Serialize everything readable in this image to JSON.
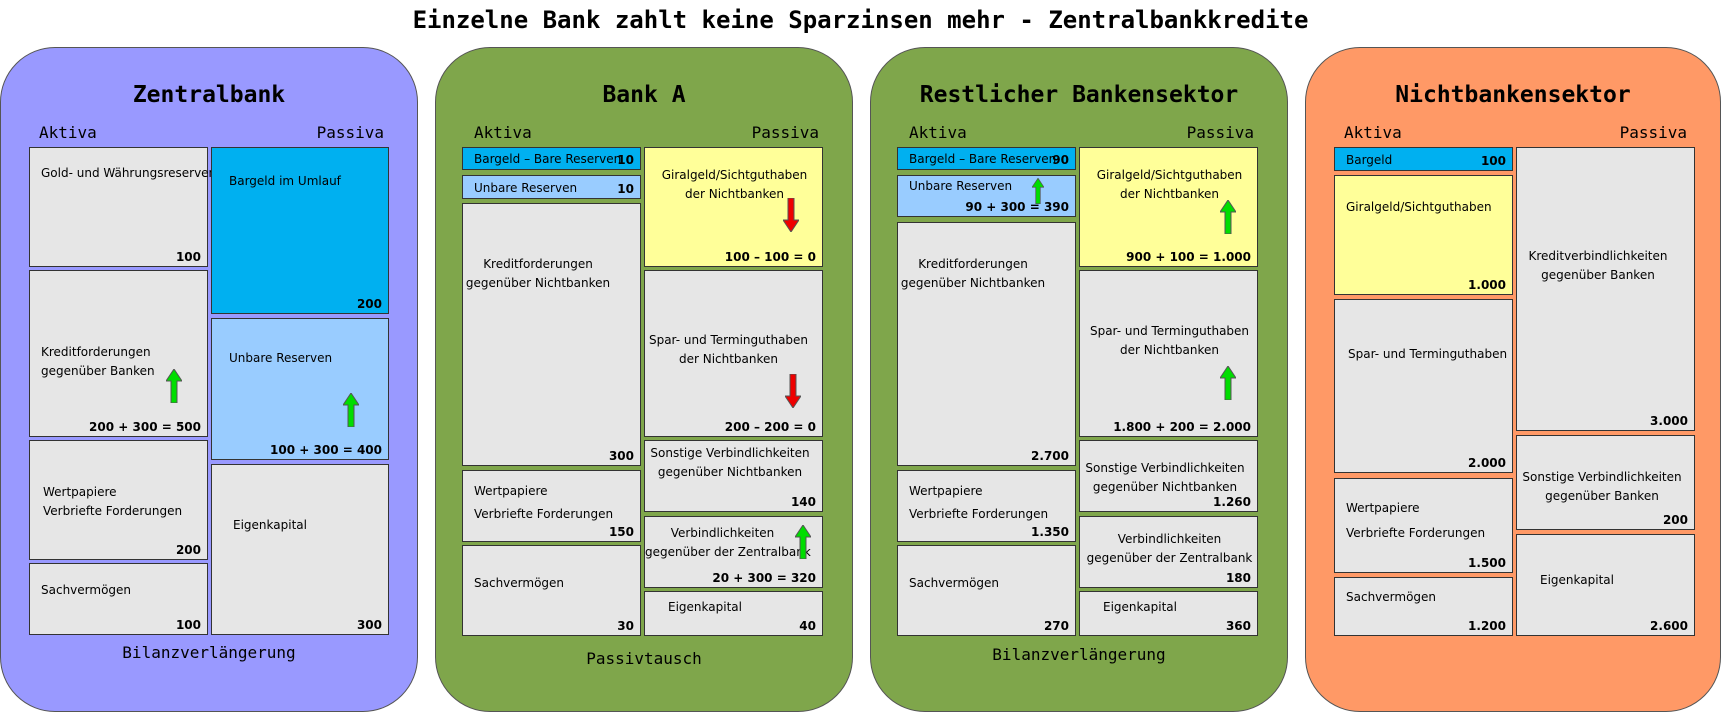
{
  "title": "Einzelne Bank zahlt keine Sparzinsen mehr - Zentralbankkredite",
  "labels": {
    "aktiva": "Aktiva",
    "passiva": "Passiva"
  },
  "colors": {
    "zentralbank": "#9999ff",
    "bank_a": "#7fa64b",
    "rest": "#7fa64b",
    "nichtbank": "#ff9966",
    "box_grey": "#e6e6e6",
    "bargeld_blue": "#00b0f0",
    "reserve_lightblue": "#99ccff",
    "giral_yellow": "#ffff99",
    "arrow_up": "#00cc00",
    "arrow_down": "#ee0000"
  },
  "zentralbank": {
    "name": "Zentralbank",
    "footer": "Bilanzverlängerung",
    "gold": {
      "label": "Gold- und Währungsreserven",
      "value": "100"
    },
    "kredit": {
      "label": "Kreditforderungen\ngegenüber Banken",
      "value": "200 + 300 = 500",
      "arrow": "up"
    },
    "wertpapiere": {
      "label": "Wertpapiere\nVerbriefte Forderungen",
      "value": "200"
    },
    "sach": {
      "label": "Sachvermögen",
      "value": "100"
    },
    "bargeld": {
      "label": "Bargeld im Umlauf",
      "value": "200"
    },
    "unbare": {
      "label": "Unbare Reserven",
      "value": "100 + 300 = 400",
      "arrow": "up"
    },
    "eigen": {
      "label": "Eigenkapital",
      "value": "300"
    }
  },
  "bank_a": {
    "name": "Bank A",
    "footer": "Passivtausch",
    "bargeld": {
      "label": "Bargeld – Bare Reserven",
      "value": "10"
    },
    "unbare": {
      "label": "Unbare Reserven",
      "value": "10"
    },
    "kredit": {
      "label": "Kreditforderungen\ngegenüber Nichtbanken",
      "value": "300"
    },
    "wertpapiere": {
      "label": "Wertpapiere\nVerbriefte Forderungen",
      "value": "150"
    },
    "sach": {
      "label": "Sachvermögen",
      "value": "30"
    },
    "giral": {
      "label": "Giralgeld/Sichtguthaben\nder Nichtbanken",
      "value": "100 – 100 = 0",
      "arrow": "down"
    },
    "spar": {
      "label": "Spar- und Terminguthaben\nder Nichtbanken",
      "value": "200 – 200 = 0",
      "arrow": "down"
    },
    "sonstige": {
      "label": "Sonstige Verbindlichkeiten\ngegenüber Nichtbanken",
      "value": "140"
    },
    "zb": {
      "label": "Verbindlichkeiten\ngegenüber der Zentralbank",
      "value": "20 + 300 = 320",
      "arrow": "up"
    },
    "eigen": {
      "label": "Eigenkapital",
      "value": "40"
    }
  },
  "rest": {
    "name": "Restlicher Bankensektor",
    "footer": "Bilanzverlängerung",
    "bargeld": {
      "label": "Bargeld – Bare Reserven",
      "value": "90"
    },
    "unbare": {
      "label": "Unbare Reserven",
      "value": "90 + 300 = 390",
      "arrow": "up"
    },
    "kredit": {
      "label": "Kreditforderungen\ngegenüber Nichtbanken",
      "value": "2.700"
    },
    "wertpapiere": {
      "label": "Wertpapiere\nVerbriefte Forderungen",
      "value": "1.350"
    },
    "sach": {
      "label": "Sachvermögen",
      "value": "270"
    },
    "giral": {
      "label": "Giralgeld/Sichtguthaben\nder Nichtbanken",
      "value": "900 + 100 = 1.000",
      "arrow": "up"
    },
    "spar": {
      "label": "Spar- und Terminguthaben\nder Nichtbanken",
      "value": "1.800 + 200 = 2.000",
      "arrow": "up"
    },
    "sonstige": {
      "label": "Sonstige Verbindlichkeiten\ngegenüber Nichtbanken",
      "value": "1.260"
    },
    "zb": {
      "label": "Verbindlichkeiten\ngegenüber der Zentralbank",
      "value": "180"
    },
    "eigen": {
      "label": "Eigenkapital",
      "value": "360"
    }
  },
  "nichtbank": {
    "name": "Nichtbankensektor",
    "bargeld": {
      "label": "Bargeld",
      "value": "100"
    },
    "giral": {
      "label": "Giralgeld/Sichtguthaben",
      "value": "1.000"
    },
    "spar": {
      "label": "Spar- und Terminguthaben",
      "value": "2.000"
    },
    "wertpapiere": {
      "label": "Wertpapiere\nVerbriefte Forderungen",
      "value": "1.500"
    },
    "sach": {
      "label": "Sachvermögen",
      "value": "1.200"
    },
    "kredit": {
      "label": "Kreditverbindlichkeiten\ngegenüber Banken",
      "value": "3.000"
    },
    "sonstige": {
      "label": "Sonstige Verbindlichkeiten\ngegenüber Banken",
      "value": "200"
    },
    "eigen": {
      "label": "Eigenkapital",
      "value": "2.600"
    }
  }
}
